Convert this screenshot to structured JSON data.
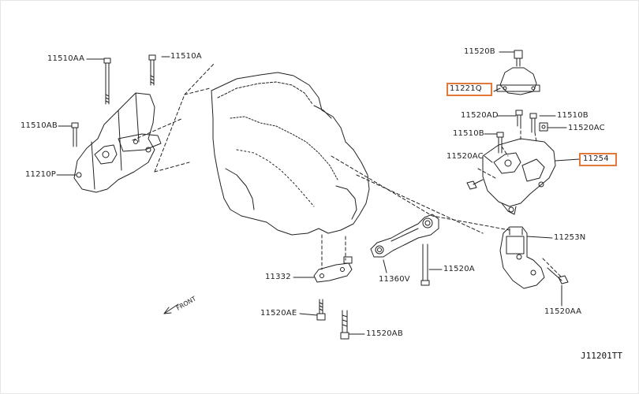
{
  "labels": {
    "l_11510AA_top": "11510AA",
    "l_11510A": "11510A",
    "l_11510AB": "11510AB",
    "l_11210P": "11210P",
    "l_11520B": "11520B",
    "l_11221Q": "11221Q",
    "l_11520AD": "11520AD",
    "l_11510B_r": "11510B",
    "l_11510B_l": "11510B",
    "l_11520AC_r": "11520AC",
    "l_11520AC_l": "11520AC",
    "l_11254": "11254",
    "l_11253N": "11253N",
    "l_11332": "11332",
    "l_11360V": "11360V",
    "l_11520A": "11520A",
    "l_11520AE": "11520AE",
    "l_11520AB": "11520AB",
    "l_11520AA_bot": "11520AA"
  },
  "front_label": "FRONT",
  "diagram_ref": "J11201TT",
  "colors": {
    "line": "#222222",
    "highlight": "#e2783a"
  }
}
